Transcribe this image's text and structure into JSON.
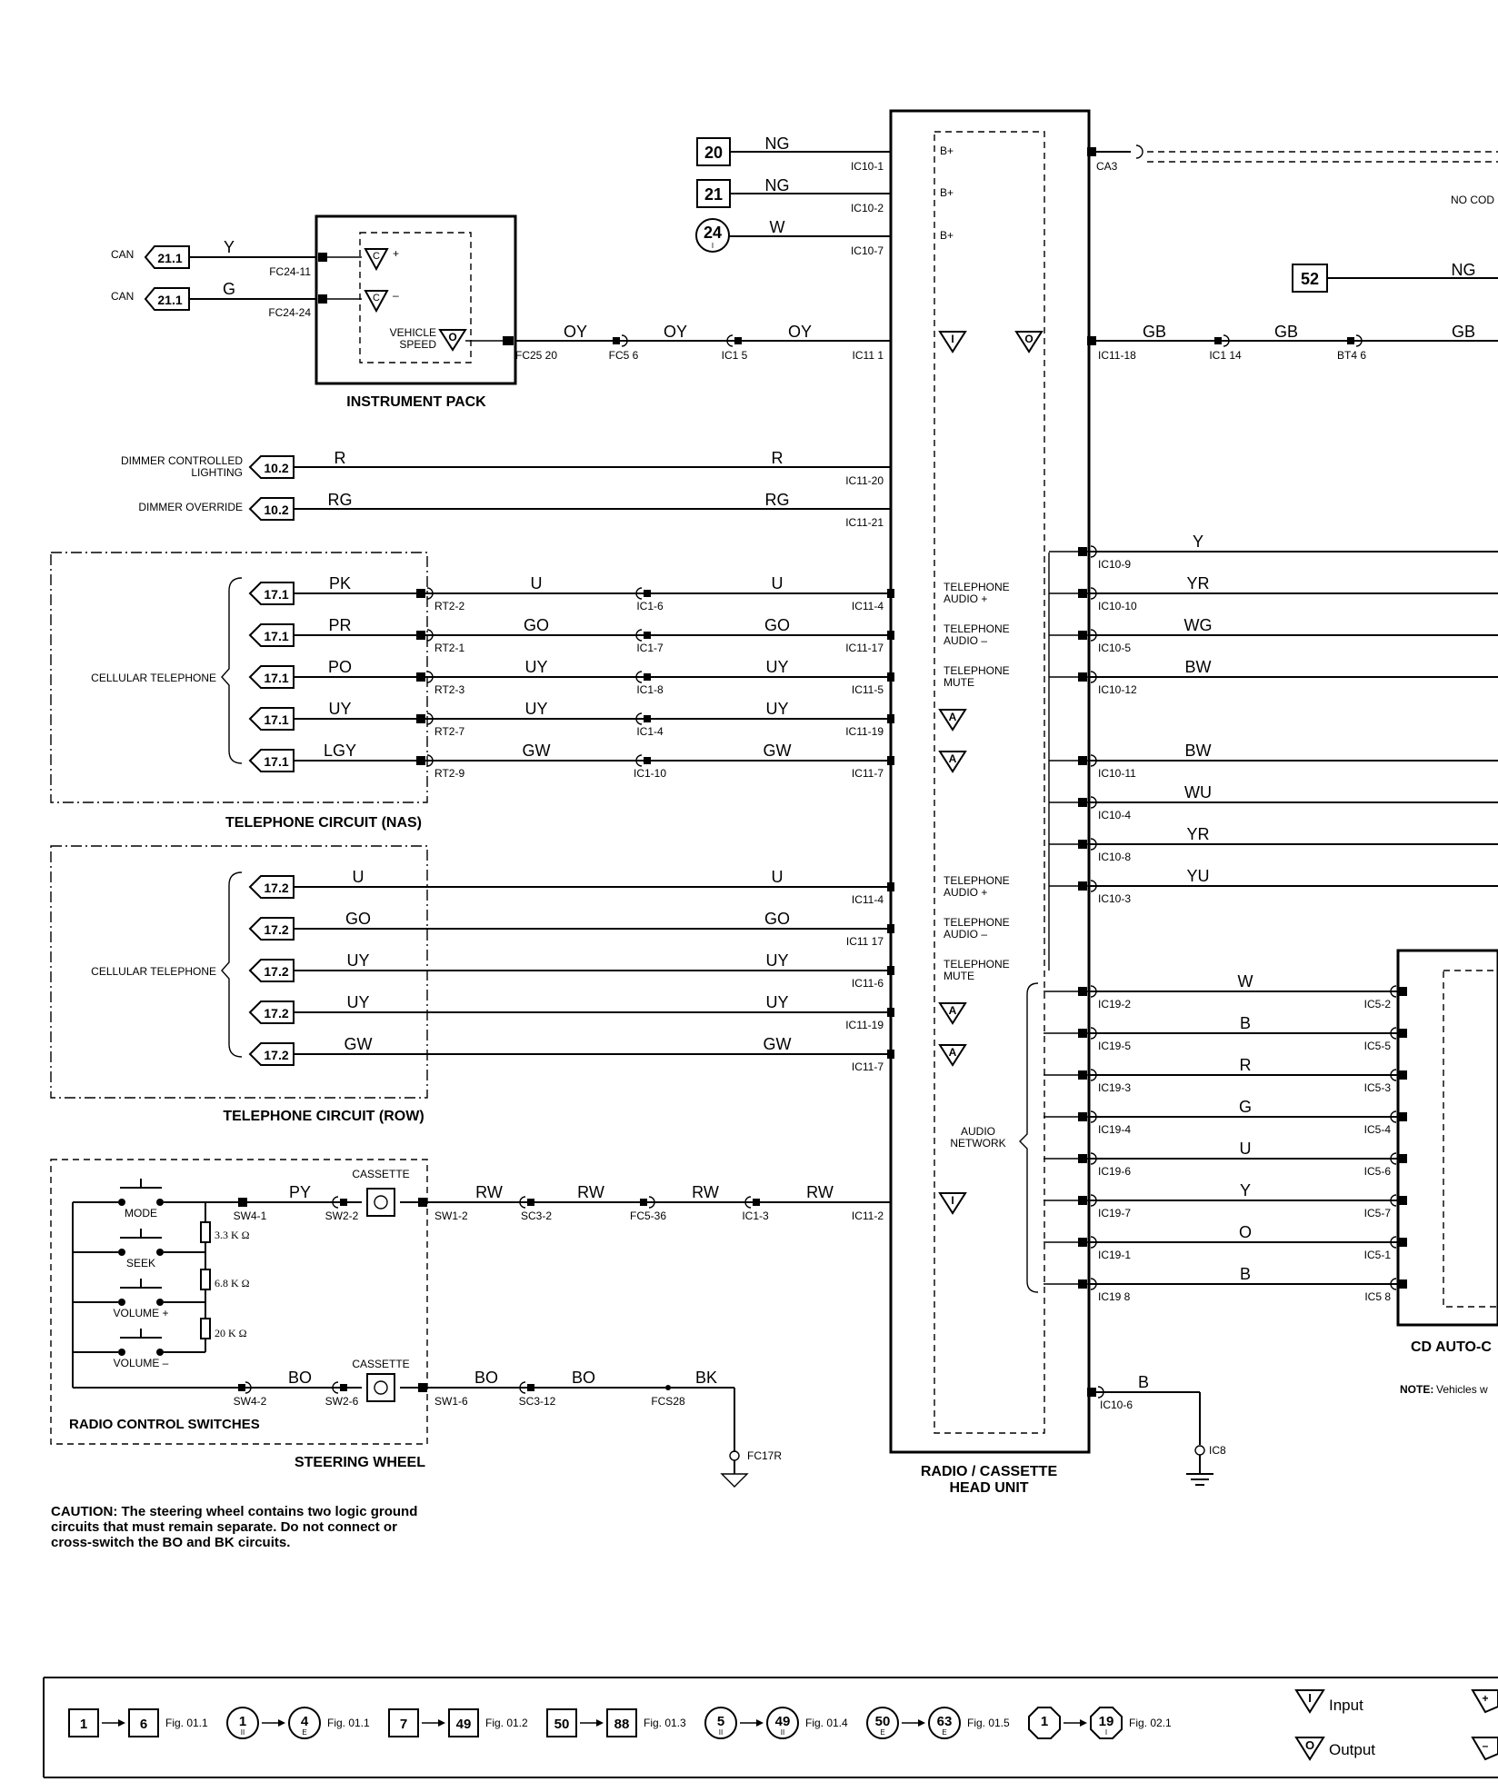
{
  "instrument_pack": {
    "title": "INSTRUMENT PACK",
    "can_label": "CAN",
    "can_ref": "21.1",
    "vehicle_speed": [
      "VEHICLE",
      "SPEED"
    ],
    "inputs": [
      {
        "wire": "Y",
        "pin": "FC24-11",
        "symbol": "C",
        "sign": "+"
      },
      {
        "wire": "G",
        "pin": "FC24-24",
        "symbol": "C",
        "sign": "–"
      }
    ],
    "speed_pin": "FC25 20",
    "speed_chain": [
      {
        "wire": "OY",
        "pin": "FC5 6"
      },
      {
        "wire": "OY",
        "pin": "IC1 5"
      },
      {
        "wire": "OY",
        "pin": "IC11 1"
      }
    ]
  },
  "head_unit": {
    "title_lines": [
      "RADIO / CASSETTE",
      "HEAD UNIT"
    ],
    "power": [
      {
        "ref": "20",
        "wire": "NG",
        "pin": "IC10-1",
        "label": "B+"
      },
      {
        "ref": "21",
        "wire": "NG",
        "pin": "IC10-2",
        "label": "B+"
      },
      {
        "ref": "24",
        "ref_sub": "I",
        "wire": "W",
        "pin": "IC10-7",
        "label": "B+"
      }
    ],
    "input_symbol": "I",
    "output_symbol": "O",
    "ca_pin": "CA3",
    "no_code": "NO COD",
    "ref52": "52",
    "ref52_wire": "NG",
    "right_chain": [
      {
        "wire": "GB",
        "pin": "IC11-18"
      },
      {
        "wire": "GB",
        "pin": "IC1 14"
      },
      {
        "wire": "GB",
        "pin": "BT4 6"
      }
    ],
    "audio_network": [
      "AUDIO",
      "NETWORK"
    ],
    "a_symbol": "A",
    "ground": {
      "wire": "B",
      "pin": "IC10-6",
      "ground": "IC8"
    }
  },
  "dimmer": [
    {
      "label_lines": [
        "DIMMER CONTROLLED",
        "LIGHTING"
      ],
      "ref": "10.2",
      "wire_left": "R",
      "wire_right": "R",
      "pin": "IC11-20"
    },
    {
      "label_lines": [
        "DIMMER OVERRIDE"
      ],
      "ref": "10.2",
      "wire_left": "RG",
      "wire_right": "RG",
      "pin": "IC11-21"
    }
  ],
  "telephone_nas": {
    "title": "TELEPHONE CIRCUIT (NAS)",
    "cell_label": "CELLULAR TELEPHONE",
    "rows": [
      {
        "ref": "17.1",
        "w1": "PK",
        "rt": "RT2-2",
        "w2": "U",
        "ic1": "IC1-6",
        "w3": "U",
        "pin": "IC11-4",
        "sig": [
          "TELEPHONE",
          "AUDIO +"
        ],
        "sym": ""
      },
      {
        "ref": "17.1",
        "w1": "PR",
        "rt": "RT2-1",
        "w2": "GO",
        "ic1": "IC1-7",
        "w3": "GO",
        "pin": "IC11-17",
        "sig": [
          "TELEPHONE",
          "AUDIO –"
        ],
        "sym": ""
      },
      {
        "ref": "17.1",
        "w1": "PO",
        "rt": "RT2-3",
        "w2": "UY",
        "ic1": "IC1-8",
        "w3": "UY",
        "pin": "IC11-5",
        "sig": [
          "TELEPHONE",
          "MUTE"
        ],
        "sym": ""
      },
      {
        "ref": "17.1",
        "w1": "UY",
        "rt": "RT2-7",
        "w2": "UY",
        "ic1": "IC1-4",
        "w3": "UY",
        "pin": "IC11-19",
        "sig": [],
        "sym": "A"
      },
      {
        "ref": "17.1",
        "w1": "LGY",
        "rt": "RT2-9",
        "w2": "GW",
        "ic1": "IC1-10",
        "w3": "GW",
        "pin": "IC11-7",
        "sig": [],
        "sym": "A"
      }
    ]
  },
  "telephone_row": {
    "title": "TELEPHONE CIRCUIT (ROW)",
    "cell_label": "CELLULAR TELEPHONE",
    "rows": [
      {
        "ref": "17.2",
        "w1": "U",
        "w3": "U",
        "pin": "IC11-4",
        "sig": [
          "TELEPHONE",
          "AUDIO +"
        ],
        "sym": ""
      },
      {
        "ref": "17.2",
        "w1": "GO",
        "w3": "GO",
        "pin": "IC11 17",
        "sig": [
          "TELEPHONE",
          "AUDIO –"
        ],
        "sym": ""
      },
      {
        "ref": "17.2",
        "w1": "UY",
        "w3": "UY",
        "pin": "IC11-6",
        "sig": [
          "TELEPHONE",
          "MUTE"
        ],
        "sym": ""
      },
      {
        "ref": "17.2",
        "w1": "UY",
        "w3": "UY",
        "pin": "IC11-19",
        "sig": [],
        "sym": "A"
      },
      {
        "ref": "17.2",
        "w1": "GW",
        "w3": "GW",
        "pin": "IC11-7",
        "sig": [],
        "sym": "A"
      }
    ]
  },
  "right_wires": [
    {
      "wire": "Y",
      "pin": "IC10-9"
    },
    {
      "wire": "YR",
      "pin": "IC10-10"
    },
    {
      "wire": "WG",
      "pin": "IC10-5"
    },
    {
      "wire": "BW",
      "pin": "IC10-12"
    },
    {
      "wire": "BW",
      "pin": "IC10-11"
    },
    {
      "wire": "WU",
      "pin": "IC10-4"
    },
    {
      "wire": "YR",
      "pin": "IC10-8"
    },
    {
      "wire": "YU",
      "pin": "IC10-3"
    }
  ],
  "audio_network_wires": [
    {
      "wire": "W",
      "pin_l": "IC19-2",
      "pin_r": "IC5-2"
    },
    {
      "wire": "B",
      "pin_l": "IC19-5",
      "pin_r": "IC5-5"
    },
    {
      "wire": "R",
      "pin_l": "IC19-3",
      "pin_r": "IC5-3"
    },
    {
      "wire": "G",
      "pin_l": "IC19-4",
      "pin_r": "IC5-4"
    },
    {
      "wire": "U",
      "pin_l": "IC19-6",
      "pin_r": "IC5-6"
    },
    {
      "wire": "Y",
      "pin_l": "IC19-7",
      "pin_r": "IC5-7"
    },
    {
      "wire": "O",
      "pin_l": "IC19-1",
      "pin_r": "IC5-1"
    },
    {
      "wire": "B",
      "pin_l": "IC19 8",
      "pin_r": "IC5 8"
    }
  ],
  "cd_autochanger": {
    "title": "CD AUTO-C",
    "note_bold": "NOTE:",
    "note_text": "Vehicles w"
  },
  "steering": {
    "title": "STEERING WHEEL",
    "box_title": "RADIO CONTROL SWITCHES",
    "switches": [
      "MODE",
      "SEEK",
      "VOLUME +",
      "VOLUME –"
    ],
    "resistors": [
      "3.3 K Ω",
      "6.8 K Ω",
      "20 K Ω"
    ],
    "cassette": "CASSETTE",
    "top": {
      "sw4": "SW4-1",
      "w1": "PY",
      "sw2": "SW2-2",
      "sw1": "SW1-2",
      "chain": [
        {
          "wire": "RW",
          "pin": "SC3-2"
        },
        {
          "wire": "RW",
          "pin": "FC5-36"
        },
        {
          "wire": "RW",
          "pin": "IC1-3"
        },
        {
          "wire": "RW",
          "pin": "IC11-2"
        }
      ]
    },
    "bottom": {
      "sw4": "SW4-2",
      "w1": "BO",
      "sw2": "SW2-6",
      "sw1": "SW1-6",
      "chain": [
        {
          "wire": "BO",
          "pin": "SC3-12"
        },
        {
          "wire": "BO",
          "pin": "FCS28"
        }
      ],
      "w_last": "BK",
      "ground": "FC17R"
    }
  },
  "caution": [
    "CAUTION: The steering wheel contains two logic ground",
    "circuits that must remain separate.  Do not connect or",
    "cross-switch the BO and BK circuits."
  ],
  "legend": {
    "items": [
      {
        "a": "1",
        "b": "6",
        "fig": "Fig. 01.1",
        "style": "square"
      },
      {
        "a": "1",
        "a_sub": "II",
        "b": "4",
        "b_sub": "E",
        "fig": "Fig. 01.1",
        "style": "circle"
      },
      {
        "a": "7",
        "b": "49",
        "fig": "Fig. 01.2",
        "style": "square"
      },
      {
        "a": "50",
        "b": "88",
        "fig": "Fig. 01.3",
        "style": "square"
      },
      {
        "a": "5",
        "a_sub": "II",
        "b": "49",
        "b_sub": "II",
        "fig": "Fig. 01.4",
        "style": "circle"
      },
      {
        "a": "50",
        "a_sub": "E",
        "b": "63",
        "b_sub": "E",
        "fig": "Fig. 01.5",
        "style": "circle"
      },
      {
        "a": "1",
        "b": "19",
        "b_sub": "I",
        "fig": "Fig. 02.1",
        "style": "octagon"
      }
    ],
    "input": "Input",
    "output": "Output"
  }
}
